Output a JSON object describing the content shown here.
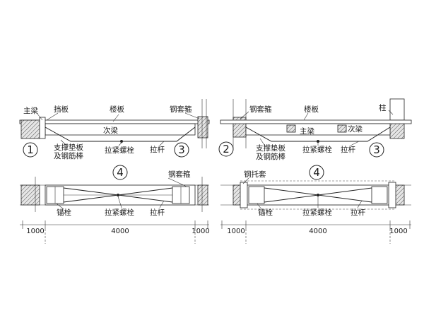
{
  "left": {
    "top_view": {
      "main_beam": "主梁",
      "baffle": "挡板",
      "floor_slab": "楼板",
      "steel_hoop": "钢套箍",
      "secondary_beam": "次梁",
      "support_pad_line1": "支撑垫板",
      "support_pad_line2": "及钢筋棒",
      "turnbuckle": "拉紧螺栓",
      "tie_rod": "拉杆",
      "marker_1": "1",
      "marker_3": "3"
    },
    "plan_view": {
      "marker_4": "4",
      "steel_hoop": "钢套箍",
      "anchor_bolt": "锚栓",
      "turnbuckle": "拉紧螺栓",
      "tie_rod": "拉杆"
    },
    "dimensions": [
      "1000",
      "4000",
      "1000"
    ]
  },
  "right": {
    "top_view": {
      "steel_hoop": "钢套箍",
      "floor_slab": "楼板",
      "column": "柱",
      "main_beam": "主梁",
      "secondary_beam": "次梁",
      "support_pad_line1": "支撑垫板",
      "support_pad_line2": "及钢筋棒",
      "turnbuckle": "拉紧螺栓",
      "tie_rod": "拉杆",
      "marker_2": "2",
      "marker_3": "3"
    },
    "plan_view": {
      "marker_4": "4",
      "steel_bracket": "钢托套",
      "anchor_bolt": "锚栓",
      "turnbuckle": "拉紧螺栓",
      "tie_rod": "拉杆"
    },
    "dimensions": [
      "1000",
      "4000",
      "1000"
    ]
  }
}
